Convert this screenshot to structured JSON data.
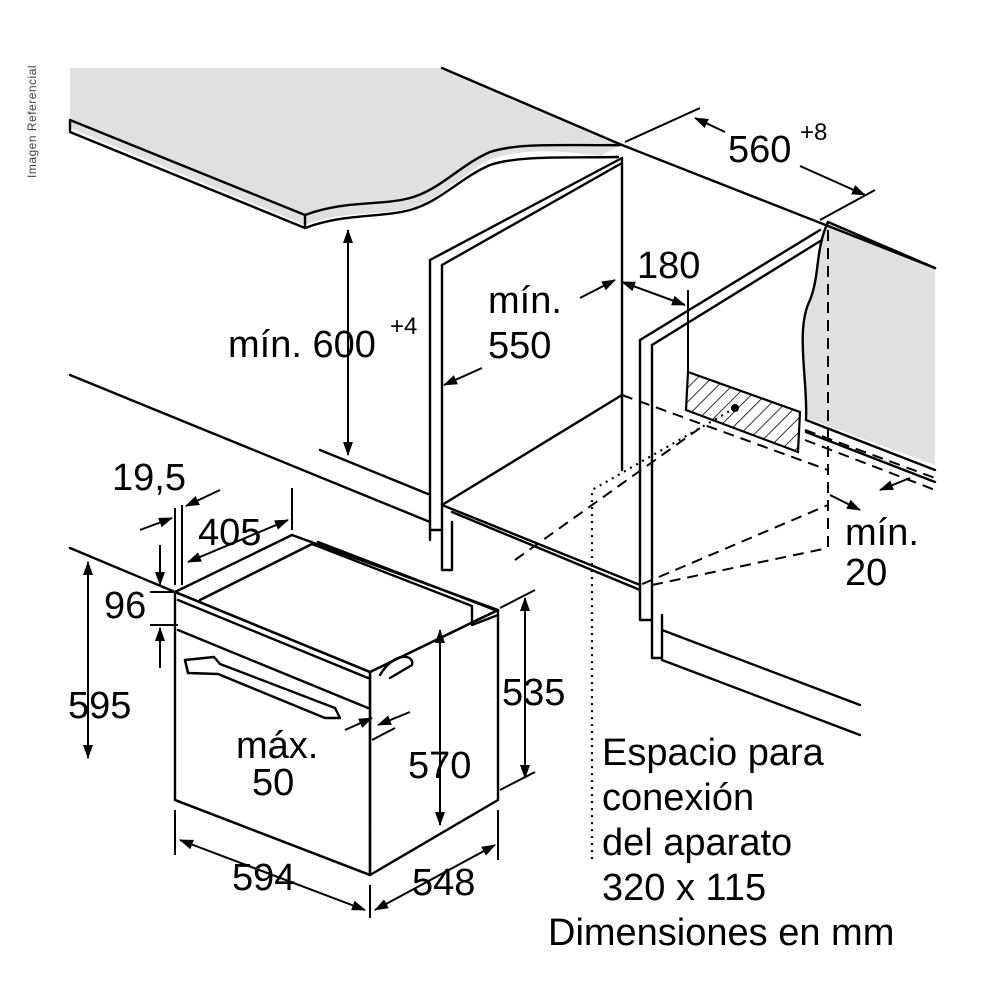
{
  "side_label": "Imagen Referencial",
  "dimensions": {
    "width_niche": "560",
    "width_niche_tol": "+8",
    "vent_depth": "180",
    "min_depth_label": "mín.",
    "min_depth_value": "550",
    "min_height_label": "mín. 600",
    "min_height_tol": "+4",
    "front_offset": "19,5",
    "door_depth": "405",
    "top_gap": "96",
    "overall_height": "595",
    "body_height": "535",
    "inner_height": "570",
    "max_label": "máx.",
    "max_value": "50",
    "overall_width": "594",
    "overall_depth": "548",
    "min_gap_label": "mín.",
    "min_gap_value": "20"
  },
  "notes": {
    "connection_line1": "Espacio para",
    "connection_line2": "conexión",
    "connection_line3": "del aparato",
    "connection_size": "320 x 115",
    "units": "Dimensiones en mm"
  }
}
